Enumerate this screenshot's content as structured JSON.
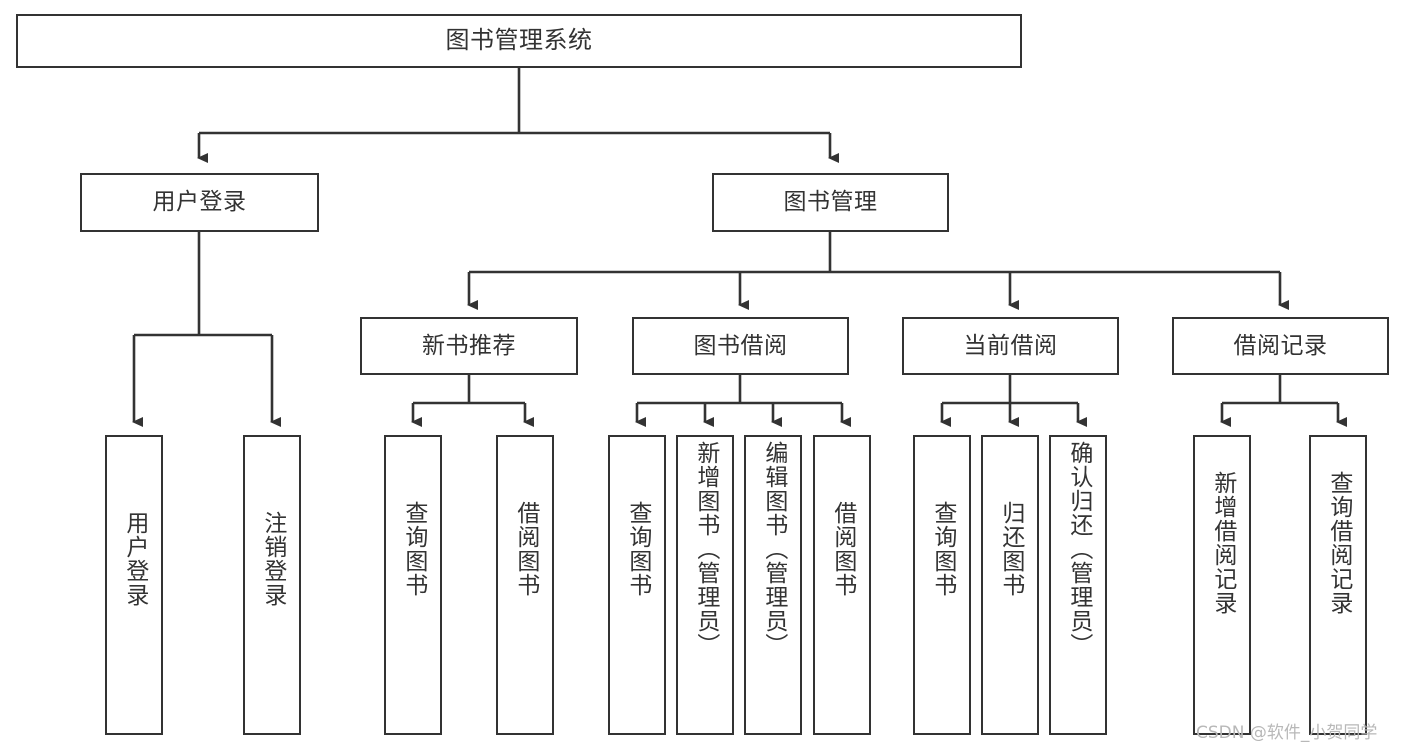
{
  "diagram": {
    "title": "图书管理系统",
    "type": "tree-hierarchy-diagram",
    "style": {
      "box_border_color": "#333333",
      "box_fill_color": "#ffffff",
      "line_color": "#333333",
      "background": "#ffffff",
      "text_color": "#333333"
    },
    "root": {
      "label": "图书管理系统"
    },
    "level2": [
      {
        "label": "用户登录"
      },
      {
        "label": "图书管理"
      }
    ],
    "level3": [
      {
        "label": "新书推荐"
      },
      {
        "label": "图书借阅"
      },
      {
        "label": "当前借阅"
      },
      {
        "label": "借阅记录"
      }
    ],
    "leaves_user_login": [
      {
        "label": "用户登录"
      },
      {
        "label": "注销登录"
      }
    ],
    "leaves_new_book": [
      {
        "label": "查询图书"
      },
      {
        "label": "借阅图书"
      }
    ],
    "leaves_borrow": [
      {
        "label": "查询图书"
      },
      {
        "label": "新增图书（管理员）"
      },
      {
        "label": "编辑图书（管理员）"
      },
      {
        "label": "借阅图书"
      }
    ],
    "leaves_current": [
      {
        "label": "查询图书"
      },
      {
        "label": "归还图书"
      },
      {
        "label": "确认归还（管理员）"
      }
    ],
    "leaves_records": [
      {
        "label": "新增借阅记录"
      },
      {
        "label": "查询借阅记录"
      }
    ]
  },
  "watermark": {
    "text": "CSDN @软件_小贺同学"
  }
}
